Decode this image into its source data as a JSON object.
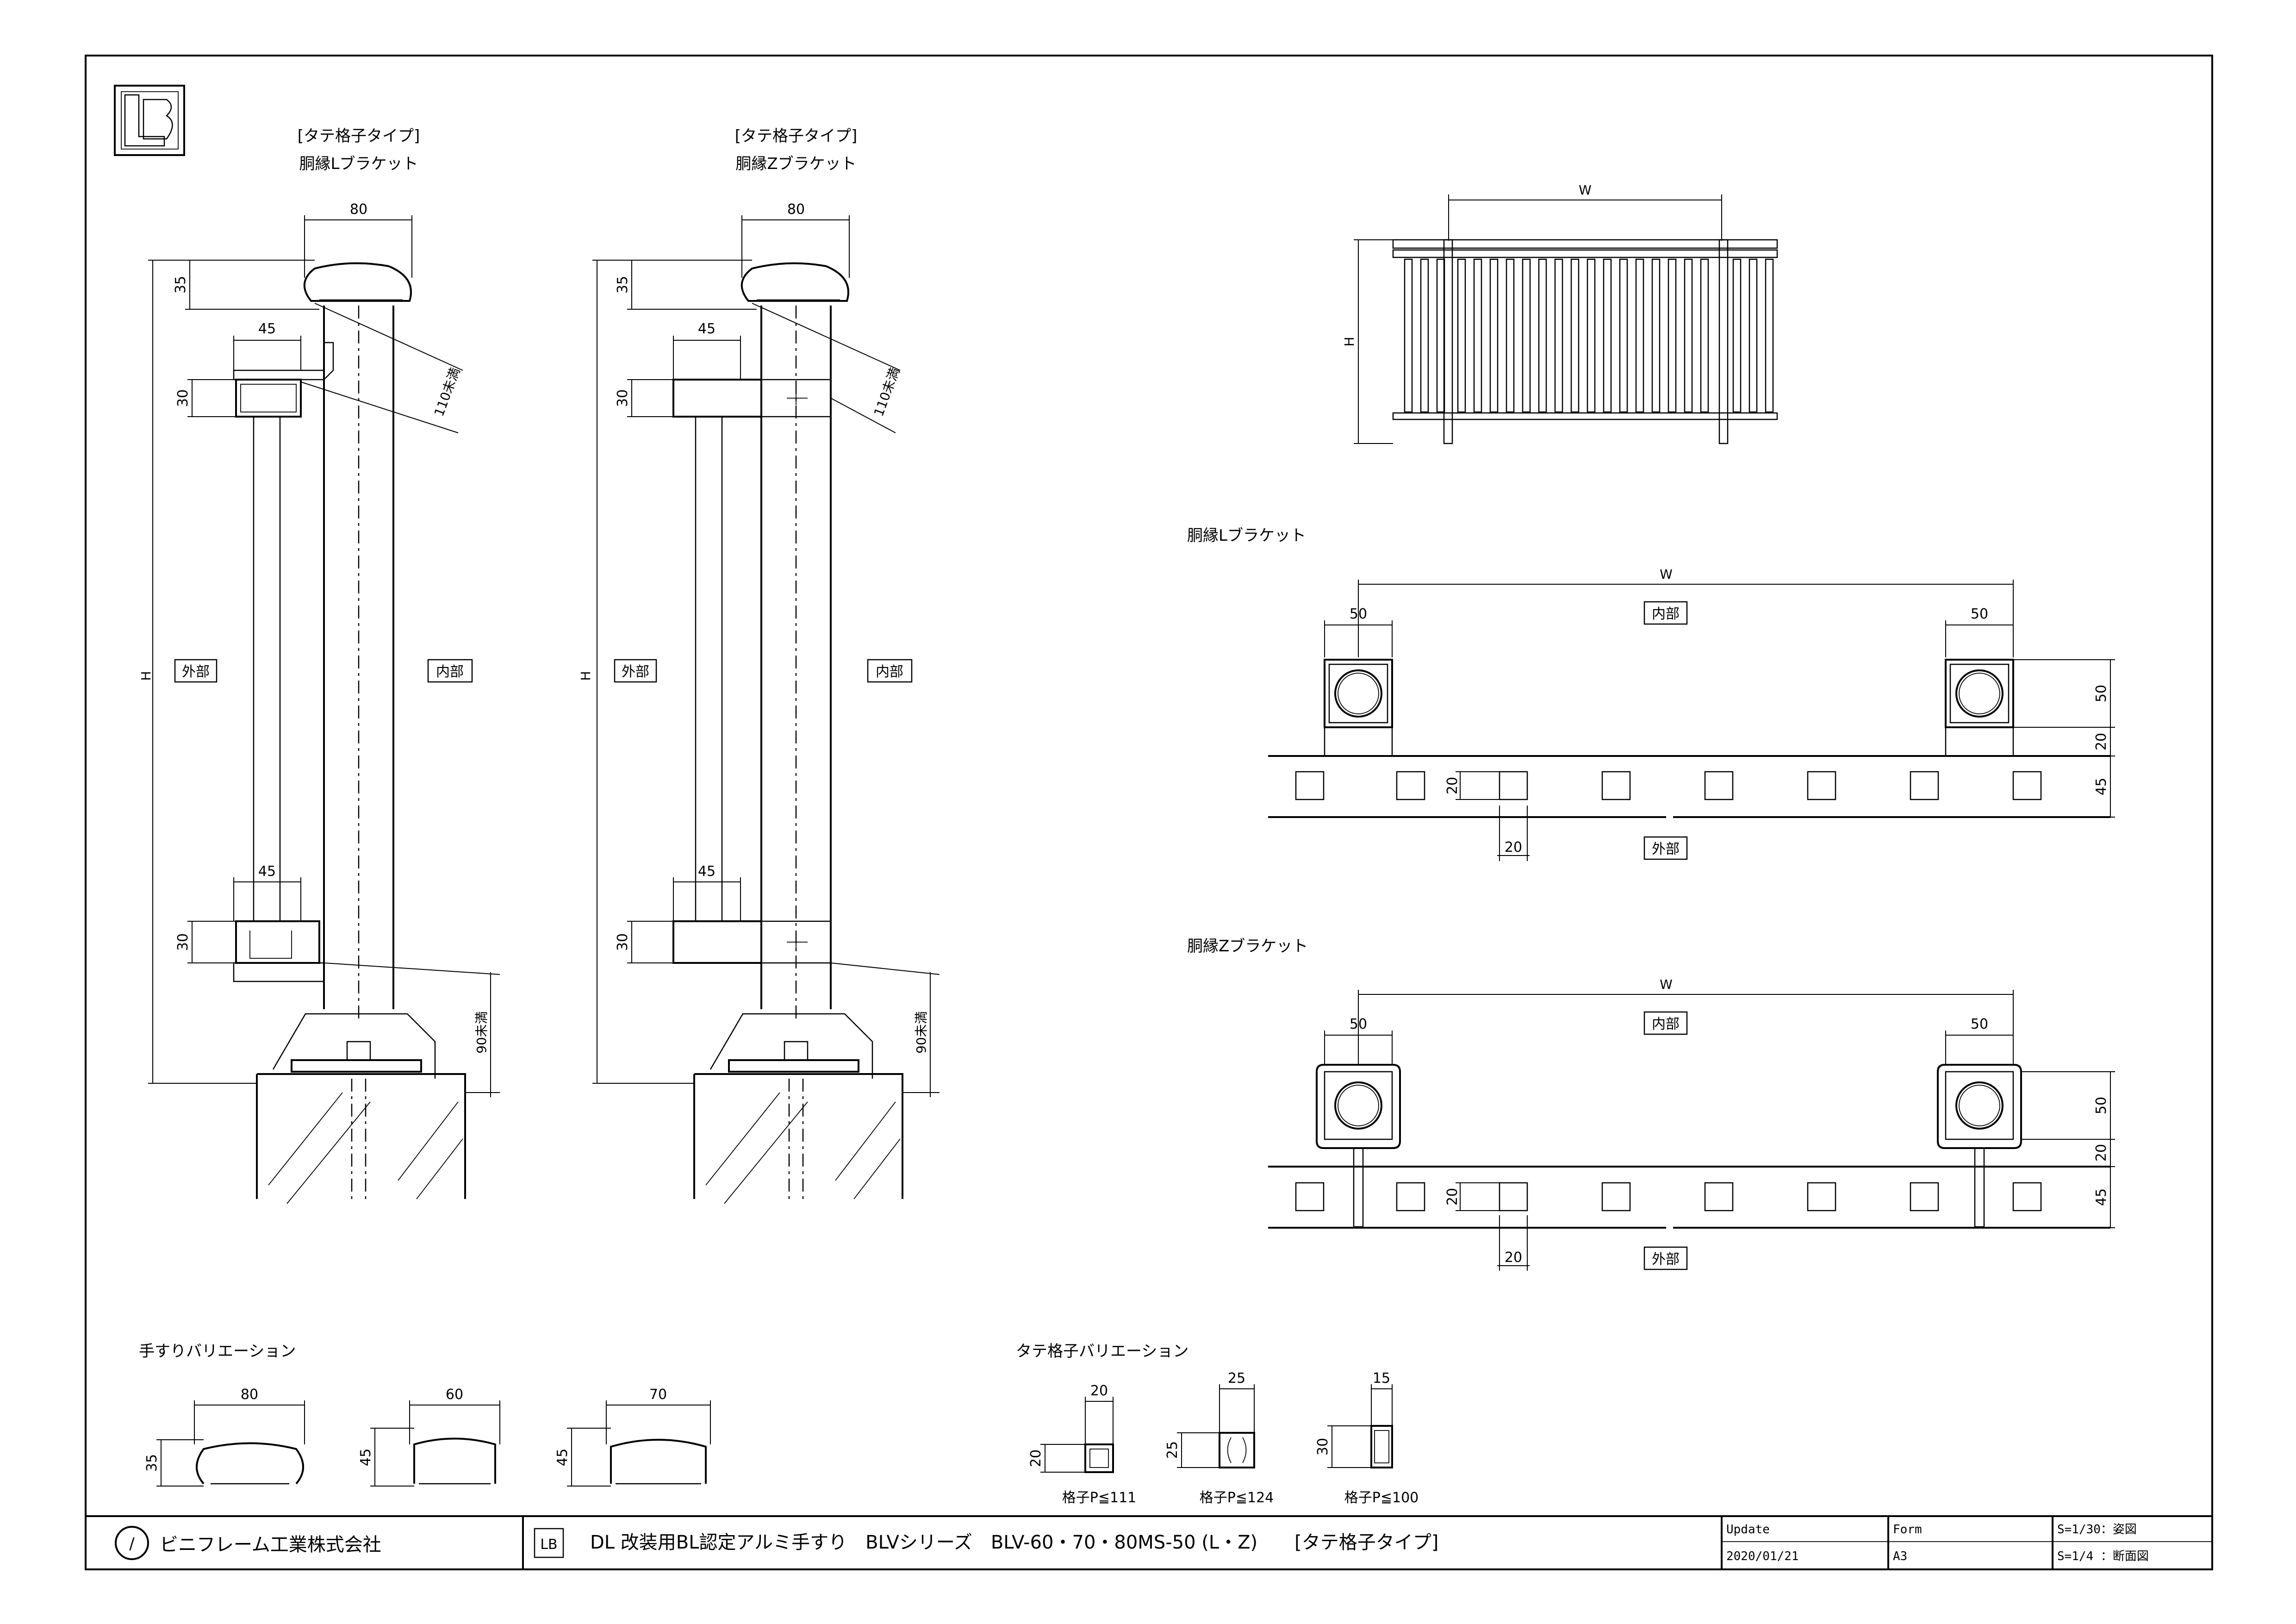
{
  "titles": {
    "type_label": "[タテ格子タイプ]",
    "section_l": "胴縁Lブラケット",
    "section_z": "胴縁Zブラケット",
    "plan_l": "胴縁Lブラケット",
    "plan_z": "胴縁Zブラケット",
    "handrail_variation": "手すりバリエーション",
    "lattice_variation": "タテ格子バリエーション"
  },
  "labels": {
    "outside": "外部",
    "inside": "内部",
    "W": "W",
    "H": "H"
  },
  "dimensions": {
    "d80": "80",
    "d35": "35",
    "d45": "45",
    "d30": "30",
    "d110": "110未満",
    "d90": "90未満",
    "d50": "50",
    "d20": "20"
  },
  "handrail_variations": [
    {
      "width": "80",
      "height": "35"
    },
    {
      "width": "60",
      "height": "45"
    },
    {
      "width": "70",
      "height": "45"
    }
  ],
  "lattice_variations": [
    {
      "width": "20",
      "height": "20",
      "pitch": "格子P≦111"
    },
    {
      "width": "25",
      "height": "25",
      "pitch": "格子P≦124"
    },
    {
      "width": "15",
      "height": "30",
      "pitch": "格子P≦100"
    }
  ],
  "title_block": {
    "company": "ビニフレーム工業株式会社",
    "product": "DL 改装用BL認定アルミ手すり　BLVシリーズ　BLV-60・70・80MS-50 (L・Z)　　[タテ格子タイプ]",
    "update_label": "Update",
    "update_value": "2020/01/21",
    "form_label": "Form",
    "form_value": "A3",
    "scale1": "S=1/30：姿図",
    "scale2": "S=1/4 ：断面図"
  },
  "logo_text": "LB"
}
